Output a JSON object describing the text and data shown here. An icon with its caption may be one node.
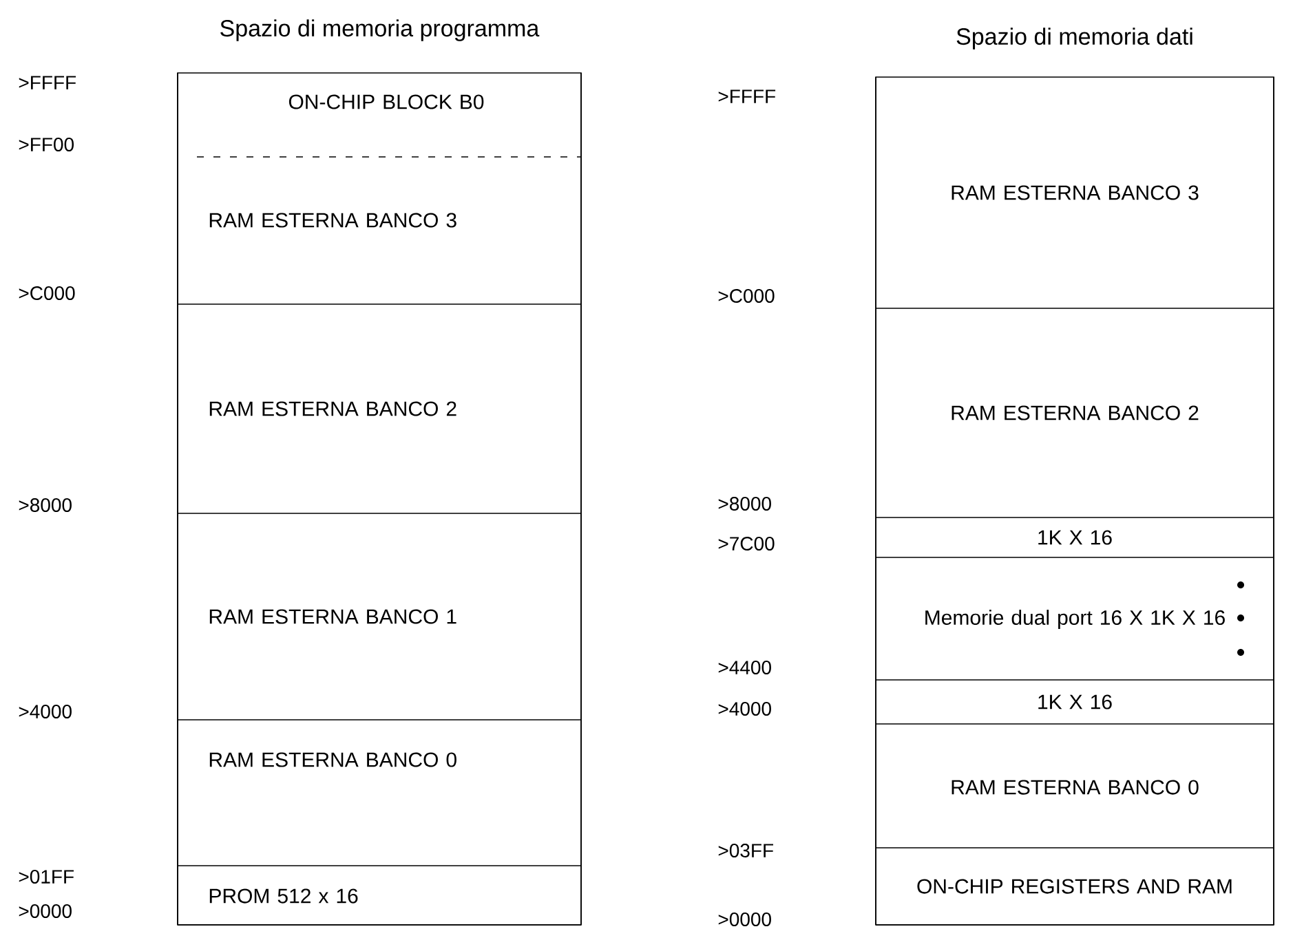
{
  "diagram": {
    "nodes": [
      {
        "text": [
          "Spazio di memoria programma"
        ]
      },
      {
        "text": [
          "ON-CHIP BLOCK B0"
        ],
        "in": 0
      },
      {
        "text": [
          "RAM ESTERNA BANCO 3"
        ],
        "in": 0
      },
      {
        "text": [
          "RAM ESTERNA BANCO 2"
        ],
        "in": 0
      },
      {
        "text": [
          "RAM ESTERNA BANCO 1"
        ],
        "in": 0
      },
      {
        "text": [
          "RAM ESTERNA BANCO 0"
        ],
        "in": 0
      },
      {
        "text": [
          "PROM 512 x 16"
        ],
        "in": 0
      },
      {
        "text": [
          "Spazio di memoria dati"
        ]
      },
      {
        "text": [
          "RAM ESTERNA BANCO 3"
        ],
        "in": 7
      },
      {
        "text": [
          "RAM ESTERNA BANCO 2"
        ],
        "in": 7
      },
      {
        "text": [
          "1K X 16"
        ],
        "in": 7
      },
      {
        "text": [
          "Memorie dual port 16 X 1K X 16"
        ],
        "in": 7
      },
      {
        "text": [
          "1K X 16"
        ],
        "in": 7
      },
      {
        "text": [
          "RAM ESTERNA BANCO 0"
        ],
        "in": 7
      },
      {
        "text": [
          "ON-CHIP REGISTERS AND RAM"
        ],
        "in": 7
      }
    ],
    "edges": [],
    "labels": [
      ">FFFF",
      ">FF00",
      ">C000",
      ">8000",
      ">4000",
      ">01FF",
      ">0000",
      ">FFFF",
      ">C000",
      ">8000",
      ">7C00",
      ">4400",
      ">4000",
      ">03FF",
      ">0000"
    ]
  }
}
